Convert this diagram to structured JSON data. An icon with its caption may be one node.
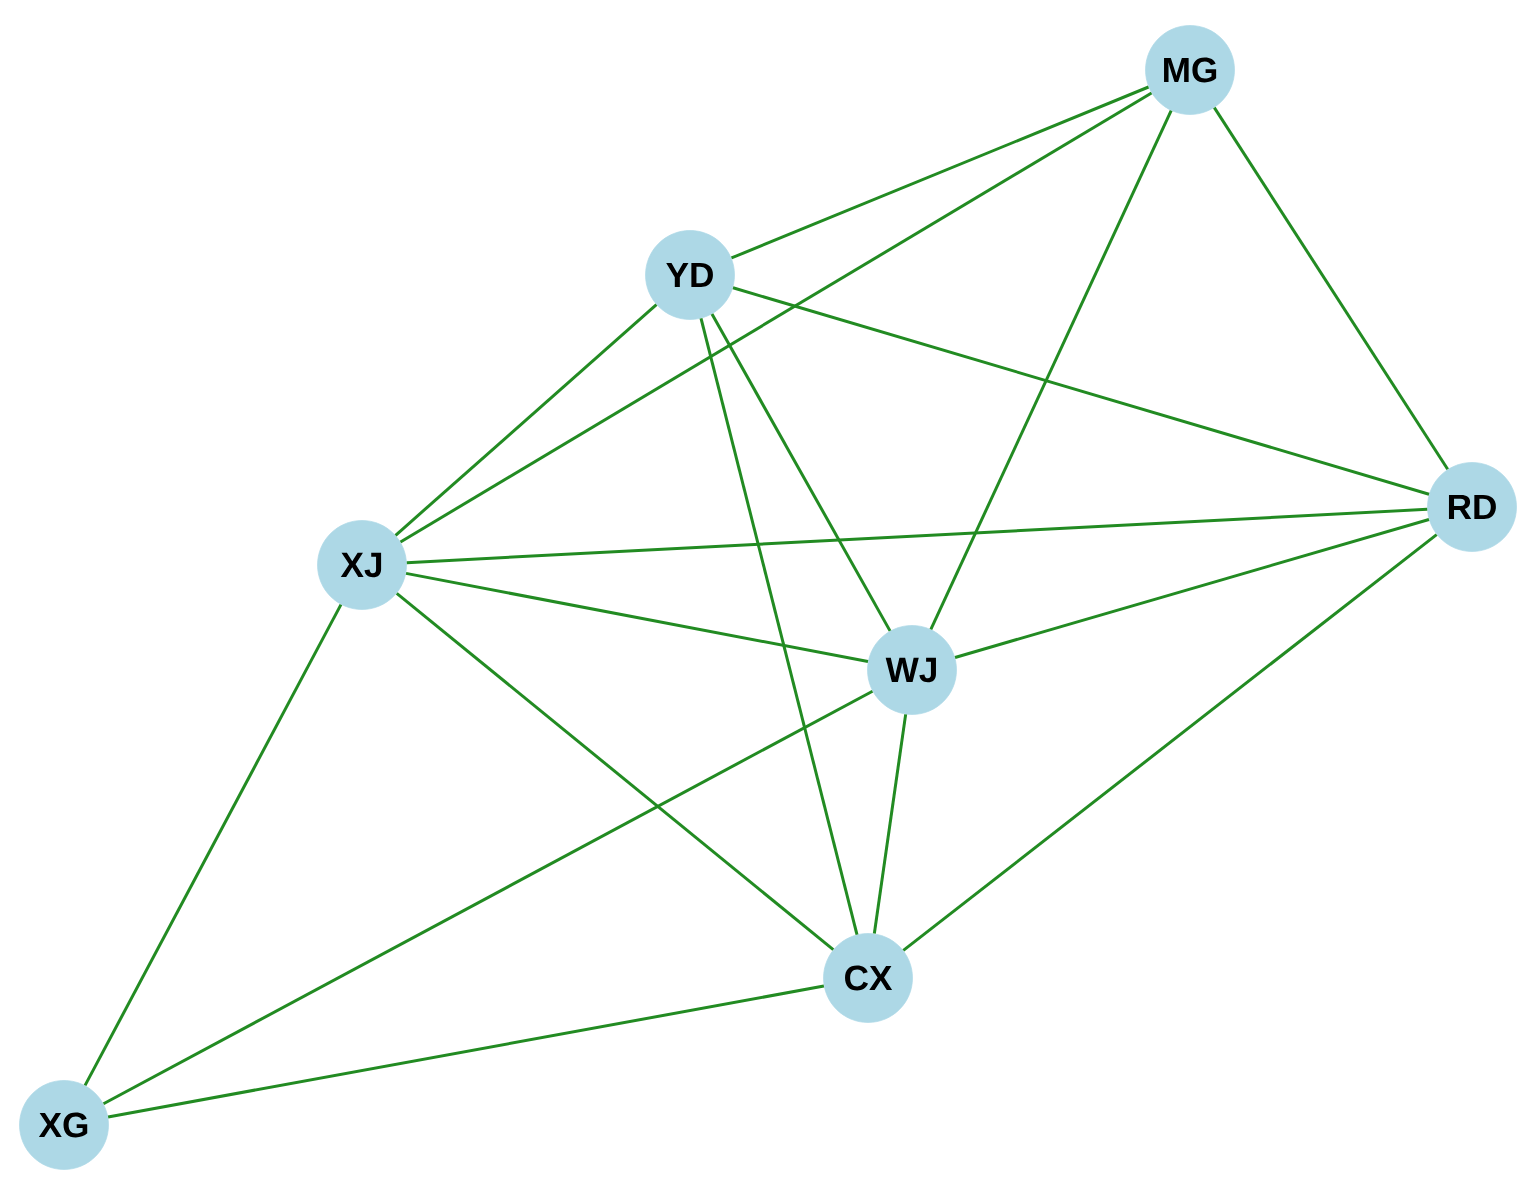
{
  "diagram": {
    "nodes": [
      {
        "text": [
          "MG"
        ]
      },
      {
        "text": [
          "YD"
        ]
      },
      {
        "text": [
          "RD"
        ]
      },
      {
        "text": [
          "XJ"
        ]
      },
      {
        "text": [
          "WJ"
        ]
      },
      {
        "text": [
          "CX"
        ]
      },
      {
        "text": [
          "XG"
        ]
      }
    ],
    "edges": [
      {
        "from": 0,
        "to": 1,
        "arrow": "none"
      },
      {
        "from": 0,
        "to": 3,
        "arrow": "none"
      },
      {
        "from": 0,
        "to": 4,
        "arrow": "none"
      },
      {
        "from": 0,
        "to": 2,
        "arrow": "none"
      },
      {
        "from": 1,
        "to": 3,
        "arrow": "none"
      },
      {
        "from": 1,
        "to": 2,
        "arrow": "none"
      },
      {
        "from": 1,
        "to": 5,
        "arrow": "none"
      },
      {
        "from": 1,
        "to": 4,
        "arrow": "none"
      },
      {
        "from": 3,
        "to": 2,
        "arrow": "none"
      },
      {
        "from": 3,
        "to": 4,
        "arrow": "none"
      },
      {
        "from": 3,
        "to": 5,
        "arrow": "none"
      },
      {
        "from": 3,
        "to": 6,
        "arrow": "none"
      },
      {
        "from": 4,
        "to": 2,
        "arrow": "none"
      },
      {
        "from": 4,
        "to": 5,
        "arrow": "none"
      },
      {
        "from": 4,
        "to": 6,
        "arrow": "none"
      },
      {
        "from": 2,
        "to": 5,
        "arrow": "none"
      },
      {
        "from": 5,
        "to": 6,
        "arrow": "none"
      }
    ]
  }
}
